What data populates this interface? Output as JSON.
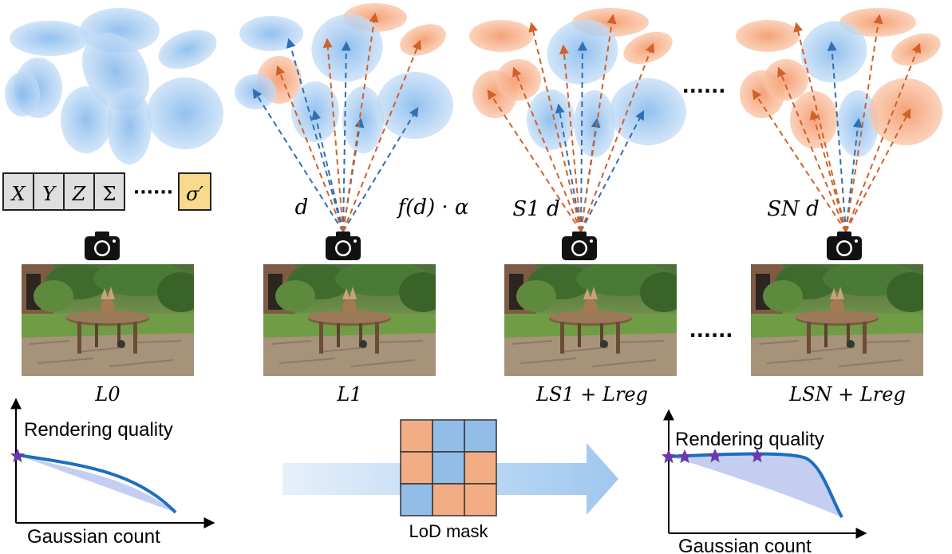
{
  "attributes": {
    "cells": [
      "X",
      "Y",
      "Z",
      "Σ"
    ],
    "ellipsis": "······",
    "extra": "σ′"
  },
  "stages": [
    {
      "id": "stage0",
      "loss": "L0"
    },
    {
      "id": "stage1",
      "label_left": "d",
      "label_right": "f(d) · α",
      "loss": "L1"
    },
    {
      "id": "stage2",
      "label_left": "S1 d",
      "loss": "LS1 + Lreg"
    },
    {
      "id": "stage3",
      "label_left": "SN d",
      "loss": "LSN + Lreg"
    }
  ],
  "ellipsis_mark": "······",
  "lod_mask": {
    "label": "LoD mask",
    "grid": [
      [
        "orange",
        "blue",
        "blue"
      ],
      [
        "orange",
        "blue",
        "orange"
      ],
      [
        "blue",
        "orange",
        "orange"
      ]
    ]
  },
  "plot_left": {
    "title": "Rendering quality",
    "xlabel": "Gaussian count",
    "stars": 1
  },
  "plot_right": {
    "title": "Rendering quality",
    "xlabel": "Gaussian count",
    "stars": 4
  },
  "colors": {
    "blue_fill": "#9ec8f0",
    "orange_fill": "#f6a77d",
    "blue_line": "#2f6fb4",
    "orange_line": "#d0612a",
    "curve": "#1b6fc0",
    "area": "#b9c6ef",
    "star": "#6a3aa8",
    "attr_fill": "#dedede",
    "sigma_fill": "#f8d98e",
    "mask_blue": "#92bde6",
    "mask_orange": "#f2ad85"
  },
  "icons": [
    "camera-icon",
    "star-icon"
  ]
}
